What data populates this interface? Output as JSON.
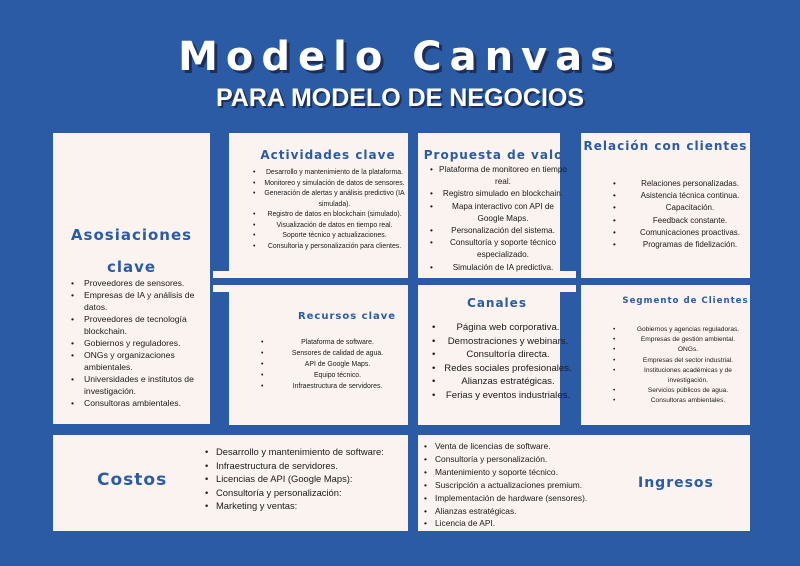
{
  "title": "Modelo Canvas",
  "subtitle": "PARA MODELO DE NEGOCIOS",
  "asociaciones": {
    "heading": "Asosiaciones clave",
    "items": [
      "Proveedores de sensores.",
      "Empresas de IA y análisis de datos.",
      "Proveedores de tecnología blockchain.",
      "Gobiernos y reguladores.",
      "ONGs y organizaciones ambientales.",
      "Universidades e institutos de investigación.",
      "Consultoras ambientales."
    ]
  },
  "actividades": {
    "heading": "Actividades clave",
    "items": [
      "Desarrollo y mantenimiento de la plataforma.",
      "Monitoreo y simulación de datos de sensores.",
      "Generación de alertas y análisis predictivo (IA simulada).",
      "Registro de datos en blockchain (simulado).",
      "Visualización de datos en tiempo real.",
      "Soporte técnico y actualizaciones.",
      "Consultoría y personalización para clientes."
    ]
  },
  "recursos": {
    "heading": "Recursos clave",
    "items": [
      "Plataforma de software.",
      "Sensores de calidad de agua.",
      "API de Google Maps.",
      "Equipo técnico.",
      "Infraestructura de servidores."
    ]
  },
  "propuesta": {
    "heading": "Propuesta de valor",
    "items": [
      "Plataforma de monitoreo en tiempo real.",
      "Registro simulado en blockchain.",
      "Mapa interactivo con API de Google Maps.",
      "Personalización del sistema.",
      "Consultoría y soporte técnico especializado.",
      "Simulación de IA predictiva."
    ]
  },
  "canales": {
    "heading": "Canales",
    "items": [
      "Página web corporativa.",
      "Demostraciones y webinars.",
      "Consultoría directa.",
      "Redes sociales profesionales.",
      "Alianzas estratégicas.",
      "Ferias y eventos industriales."
    ]
  },
  "relacion": {
    "heading": "Relación con clientes",
    "items": [
      "Relaciones personalizadas.",
      "Asistencia técnica continua.",
      "Capacitación.",
      "Feedback constante.",
      "Comunicaciones proactivas.",
      "Programas de fidelización."
    ]
  },
  "segmento": {
    "heading": "Segmento de Clientes",
    "items": [
      "Gobiernos y agencias reguladoras.",
      "Empresas de gestión ambiental.",
      "ONGs.",
      "Empresas del sector industrial.",
      "Instituciones académicas y de investigación.",
      "Servicios públicos de agua.",
      "Consultoras ambientales."
    ]
  },
  "costos": {
    "heading": "Costos",
    "items": [
      "Desarrollo y mantenimiento de software:",
      "Infraestructura de servidores.",
      "Licencias de API (Google Maps):",
      "Consultoría y personalización:",
      "Marketing y ventas:"
    ]
  },
  "ingresos": {
    "heading": "Ingresos",
    "items": [
      "Venta de licencias de software.",
      "Consultoría y personalización.",
      "Mantenimiento y soporte técnico.",
      "Suscripción a actualizaciones premium.",
      "Implementación de hardware (sensores).",
      "Alianzas estratégicas.",
      "Licencia de API."
    ]
  },
  "colors": {
    "background": "#2a5ba4",
    "box": "#fbf3ef",
    "heading": "#2a5ba4"
  }
}
